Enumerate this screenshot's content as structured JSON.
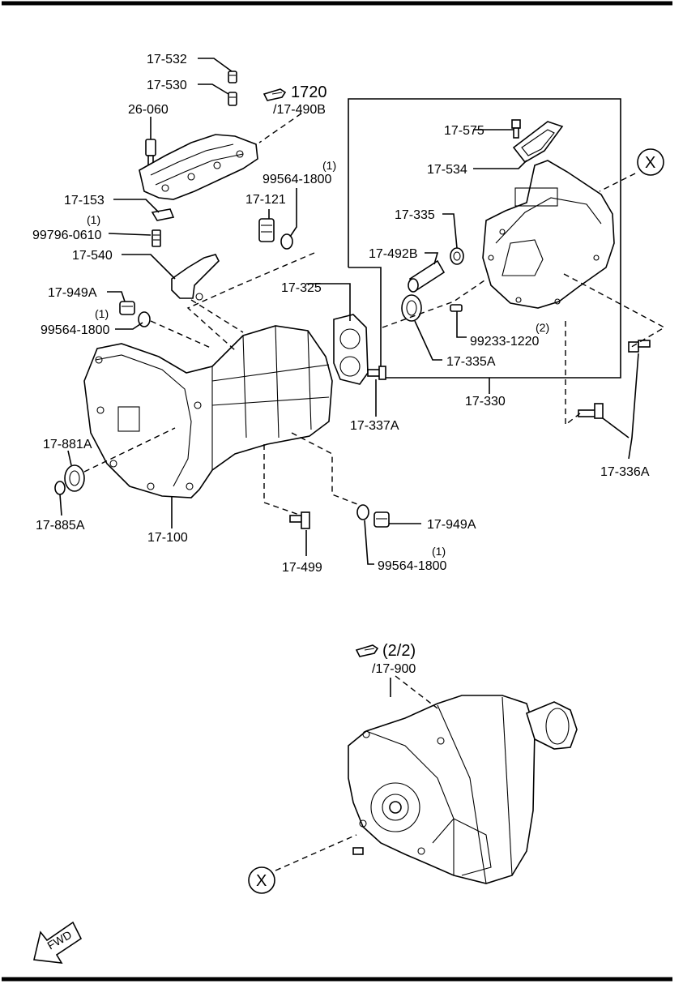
{
  "labels": {
    "p17_532": "17-532",
    "p17_530": "17-530",
    "p26_060": "26-060",
    "p17_153": "17-153",
    "qty1_a": "(1)",
    "p99796_0610": "99796-0610",
    "p17_540": "17-540",
    "p17_949a_top": "17-949A",
    "qty1_b": "(1)",
    "p99564_1800_left": "99564-1800",
    "p17_881a": "17-881A",
    "p17_885a": "17-885A",
    "p17_100": "17-100",
    "p17_499": "17-499",
    "qty1_c": "(1)",
    "p99564_1800_bottom": "99564-1800",
    "p17_949a_bottom": "17-949A",
    "p17_337a": "17-337A",
    "p17_325": "17-325",
    "p17_121": "17-121",
    "qty1_d": "(1)",
    "p99564_1800_mid": "99564-1800",
    "ref_1720": "1720",
    "ref_17_490b": "/17-490B",
    "p17_575": "17-575",
    "p17_534": "17-534",
    "p17_335": "17-335",
    "p17_492b": "17-492B",
    "p17_335a": "17-335A",
    "qty2": "(2)",
    "p99233_1220": "99233-1220",
    "p17_330": "17-330",
    "p17_336a": "17-336A",
    "marker_x_top": "X",
    "ref_2_2": "(2/2)",
    "ref_17_900": "/17-900",
    "marker_x_bottom": "X",
    "fwd": "FWD"
  },
  "icons": [
    "pointing-hand-icon",
    "fwd-arrow-icon",
    "circle-x-marker"
  ],
  "colors": {
    "ink": "#000000",
    "paper": "#ffffff"
  }
}
